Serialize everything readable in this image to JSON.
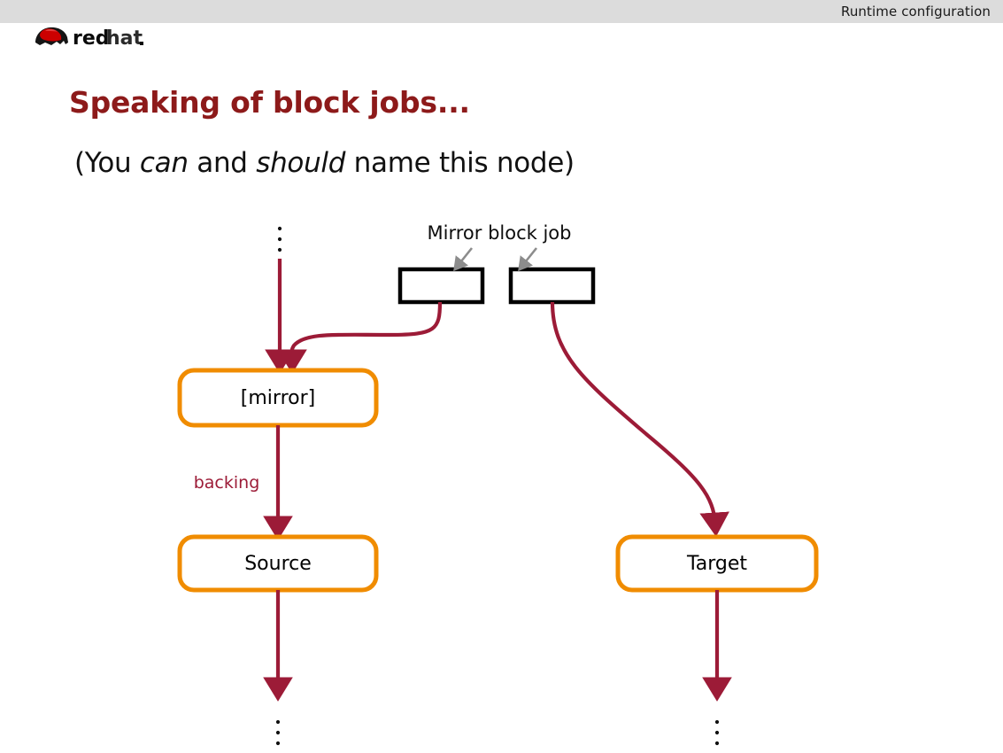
{
  "header": {
    "section_title": "Runtime configuration",
    "background": "#dcdcdc",
    "logo_alt": "redhat",
    "logo_word_red": "red",
    "logo_word_dark": "hat"
  },
  "slide": {
    "title": "Speaking of block jobs...",
    "title_color": "#8d1a1a",
    "subtitle_parts": {
      "p1": "(You ",
      "em1": "can",
      "p2": " and ",
      "em2": "should",
      "p3": " name this node)"
    },
    "subtitle_full": "(You can and should name this node)"
  },
  "diagram": {
    "colors": {
      "node_border": "#f08c00",
      "edge": "#9c1b37",
      "job_box_border": "#000000",
      "annotation_arrow": "#8c8c8c",
      "node_text": "#000000"
    },
    "job_annotation": {
      "label": "Mirror block job",
      "arrow_count": 2
    },
    "job_boxes": [
      {
        "name": "mirror-job-box-left",
        "label": ""
      },
      {
        "name": "mirror-job-box-right",
        "label": ""
      }
    ],
    "nodes": [
      {
        "id": "mirror",
        "label": "[mirror]"
      },
      {
        "id": "source",
        "label": "Source"
      },
      {
        "id": "target",
        "label": "Target"
      }
    ],
    "edges": [
      {
        "from": "above",
        "to": "mirror",
        "label": ""
      },
      {
        "from": "mirror-job-box-left",
        "to": "mirror",
        "label": ""
      },
      {
        "from": "mirror",
        "to": "source",
        "label": "backing"
      },
      {
        "from": "mirror-job-box-right",
        "to": "target",
        "label": ""
      },
      {
        "from": "source",
        "to": "below",
        "label": ""
      },
      {
        "from": "target",
        "to": "below",
        "label": ""
      }
    ],
    "ellipses": {
      "glyph": "⋮",
      "positions": [
        "top-left",
        "bottom-left",
        "bottom-right"
      ]
    }
  }
}
